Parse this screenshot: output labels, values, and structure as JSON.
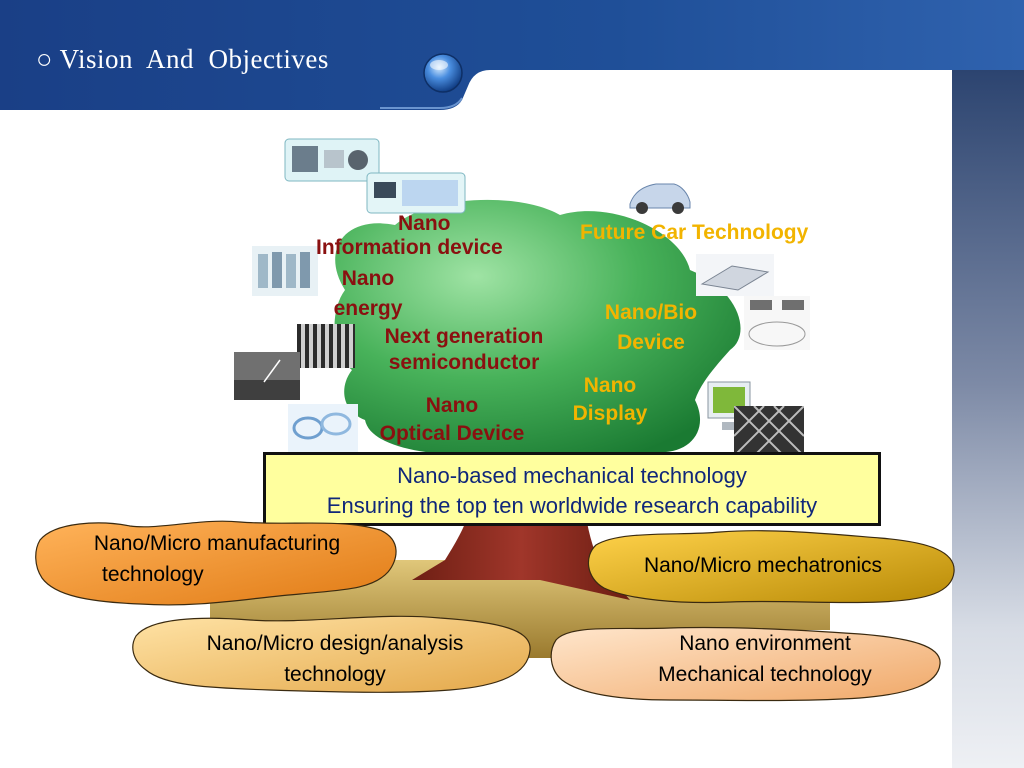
{
  "header": {
    "title": "○ Vision  And  Objectives"
  },
  "tree_labels": {
    "nano_information_device": [
      "Nano",
      "Information device"
    ],
    "nano_energy": [
      "Nano",
      "energy"
    ],
    "next_generation_semiconductor": [
      "Next generation",
      "semiconductor"
    ],
    "nano_optical_device": [
      "Nano",
      "Optical Device"
    ],
    "future_car_technology": "Future Car Technology",
    "nano_bio_device": [
      "Nano/Bio",
      "Device"
    ],
    "nano_display": [
      "Nano",
      "Display"
    ]
  },
  "central_box": {
    "line1": "Nano-based mechanical technology",
    "line2": "Ensuring the top ten worldwide research capability"
  },
  "base_blobs": {
    "manufacturing": [
      "Nano/Micro manufacturing",
      "technology"
    ],
    "mechatronics": "Nano/Micro mechatronics",
    "design_analysis": [
      "Nano/Micro design/analysis",
      "technology"
    ],
    "environment": [
      "Nano environment",
      "Mechanical technology"
    ]
  },
  "colors": {
    "header_blue": "#1f4f98",
    "tree_green": "#3aa64c",
    "label_red": "#8a1010",
    "label_gold": "#f2b400",
    "box_fill": "#ffff9e",
    "box_text": "#10277a"
  }
}
